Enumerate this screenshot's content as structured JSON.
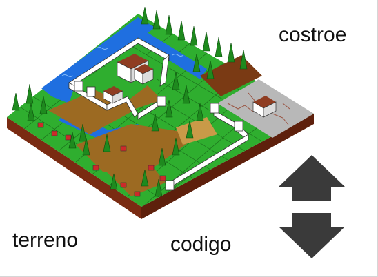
{
  "labels": {
    "costroe": "costroe",
    "terreno": "terreno",
    "codigo": "codigo"
  },
  "controls": {
    "up_icon": "arrow-up-icon",
    "down_icon": "arrow-down-icon"
  },
  "colors": {
    "grass": "#2fae2f",
    "grass_dark": "#1f7d1f",
    "water": "#1f6fe0",
    "dirt": "#9c6a22",
    "stone": "#b8b8b8",
    "soil_side": "#7a2b12",
    "wall": "#ffffff",
    "tree": "#1e8a1e",
    "arrow": "#3a3a3a"
  }
}
